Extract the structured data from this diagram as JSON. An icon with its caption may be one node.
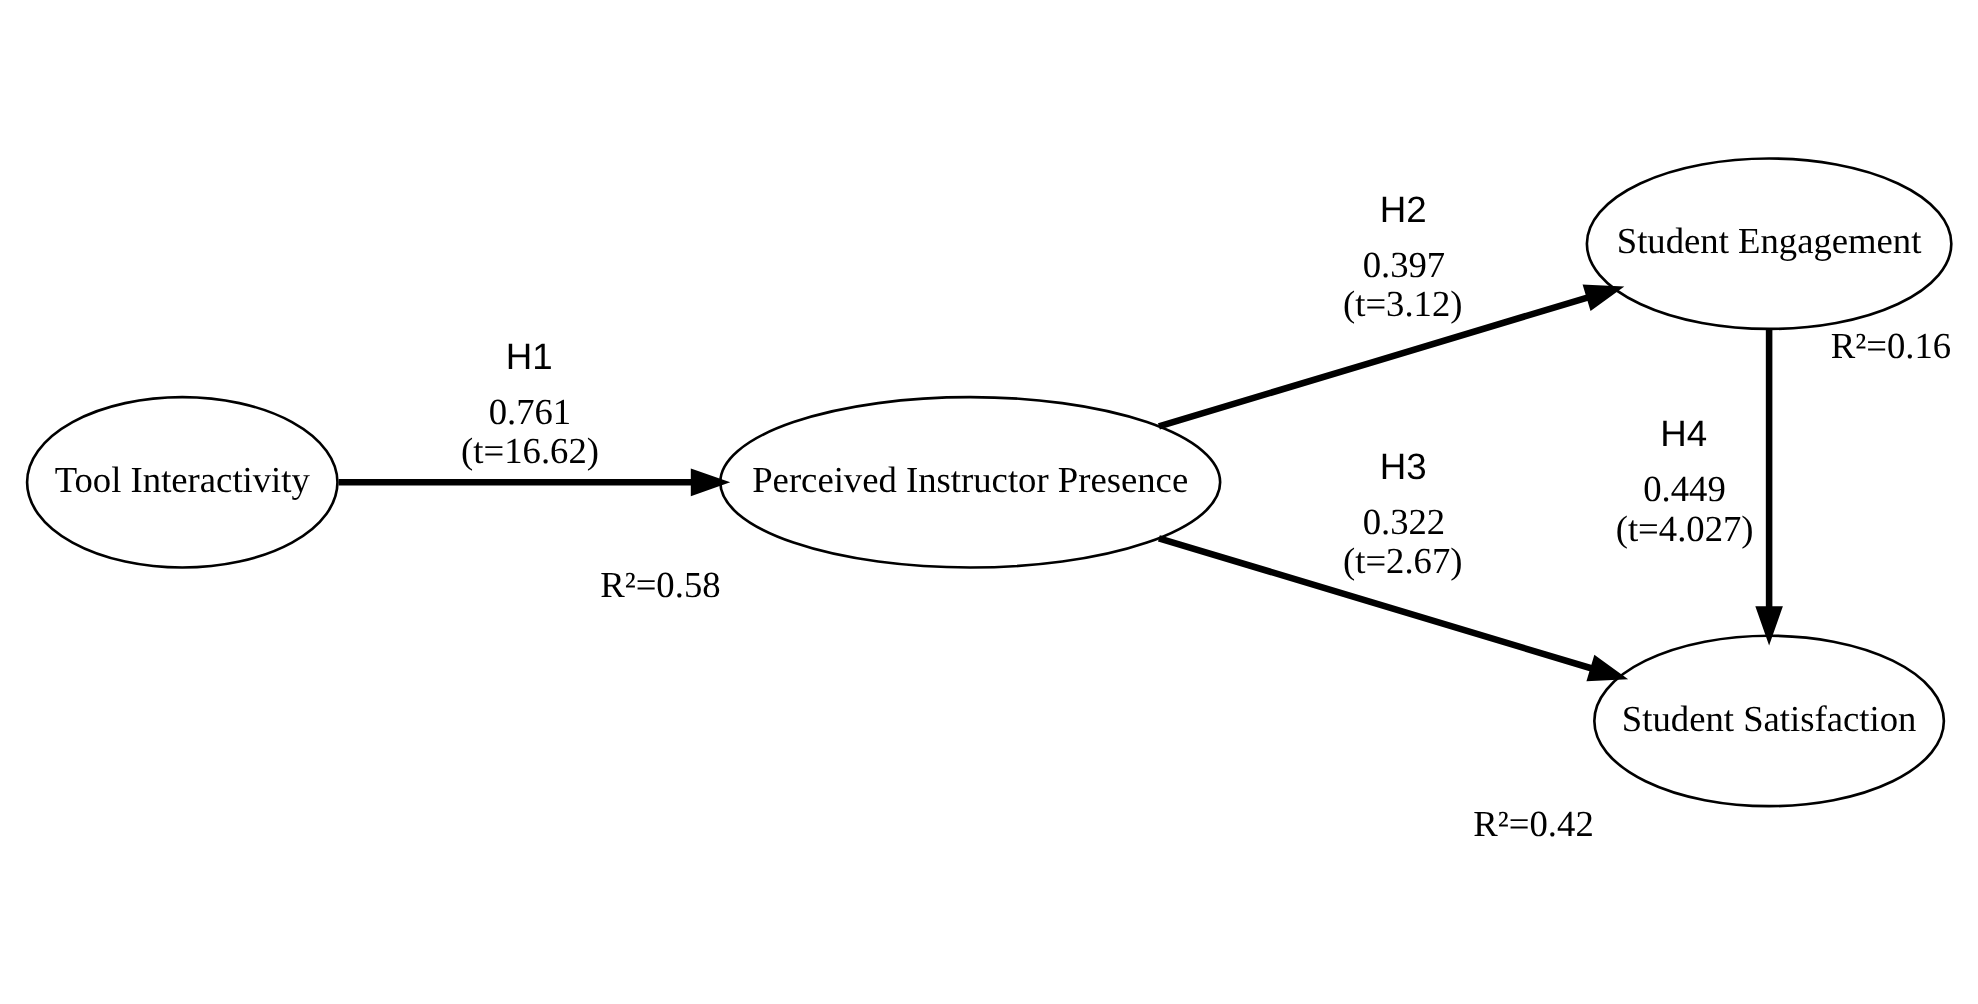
{
  "diagram": {
    "nodes": [
      {
        "text": [
          "Tool Interactivity"
        ]
      },
      {
        "text": [
          "Perceived Instructor Presence"
        ],
        "beside": [
          "R²=0.58"
        ]
      },
      {
        "text": [
          "Student Engagement"
        ],
        "beside": [
          "R²=0.16"
        ]
      },
      {
        "text": [
          "Student Satisfaction"
        ],
        "beside": [
          "R²=0.42"
        ]
      }
    ],
    "edges": [
      {
        "from": 0,
        "to": 1,
        "arrow": "to",
        "label": "H1"
      },
      {
        "from": 1,
        "to": 2,
        "arrow": "to",
        "label": "H2"
      },
      {
        "from": 1,
        "to": 3,
        "arrow": "to",
        "label": "H3"
      },
      {
        "from": 2,
        "to": 3,
        "arrow": "to",
        "label": "H4"
      }
    ],
    "labels": [
      "0.761 (t=16.62)",
      "0.397 (t=3.12)",
      "0.322 (t=2.67)",
      "0.449 (t=4.027)"
    ]
  }
}
